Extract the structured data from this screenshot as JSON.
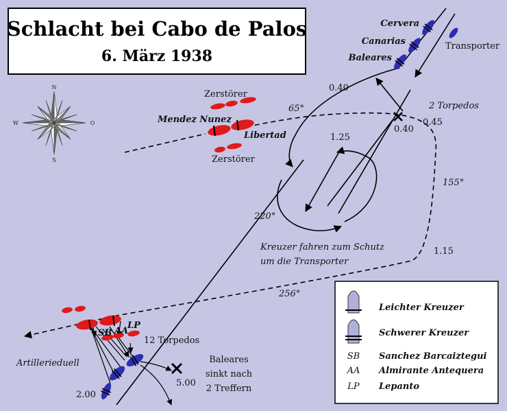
{
  "title": "Schlacht bei Cabo de Palos",
  "date": "6. März 1938",
  "colors": {
    "sea": "#c6c6e4",
    "republican": "#e01a1a",
    "nationalist": "#2d2db4",
    "legend_ship": "#b0b0d8"
  },
  "compass": {
    "n": "N",
    "s": "S",
    "w": "W",
    "o": "O"
  },
  "ships": {
    "cervera": "Cervera",
    "canarias": "Canarias",
    "baleares": "Baleares",
    "transporter": "Transporter",
    "mendez_nunez": "Mendez Nunez",
    "libertad": "Libertad",
    "zerstoerer_top": "Zerstörer",
    "zerstoerer_bottom": "Zerstörer",
    "sb": "SB",
    "aa": "AA",
    "lp": "LP"
  },
  "annotations": {
    "time_040_top": "0.40",
    "time_040_mid": "0.40",
    "time_045": "0.45",
    "torpedos_2": "2 Torpedos",
    "angle_65": "65°",
    "time_125": "1.25",
    "angle_155": "155°",
    "angle_220": "220°",
    "kreuzer_line1": "Kreuzer fahren zum Schutz",
    "kreuzer_line2": "um die Transporter",
    "time_115": "1.15",
    "angle_256": "256°",
    "torpedos_12": "12 Torpedos",
    "artillerieduell": "Artillerieduell",
    "sinks_line1": "Baleares",
    "sinks_line2": "sinkt nach",
    "sinks_line3": "2 Treffern",
    "time_500": "5.00",
    "time_200": "2.00"
  },
  "legend": {
    "light_cruiser": "Leichter Kreuzer",
    "heavy_cruiser": "Schwerer Kreuzer",
    "sb_abbr": "SB",
    "sb_name": "Sanchez Barcaiztegui",
    "aa_abbr": "AA",
    "aa_name": "Almirante Antequera",
    "lp_abbr": "LP",
    "lp_name": "Lepanto"
  }
}
